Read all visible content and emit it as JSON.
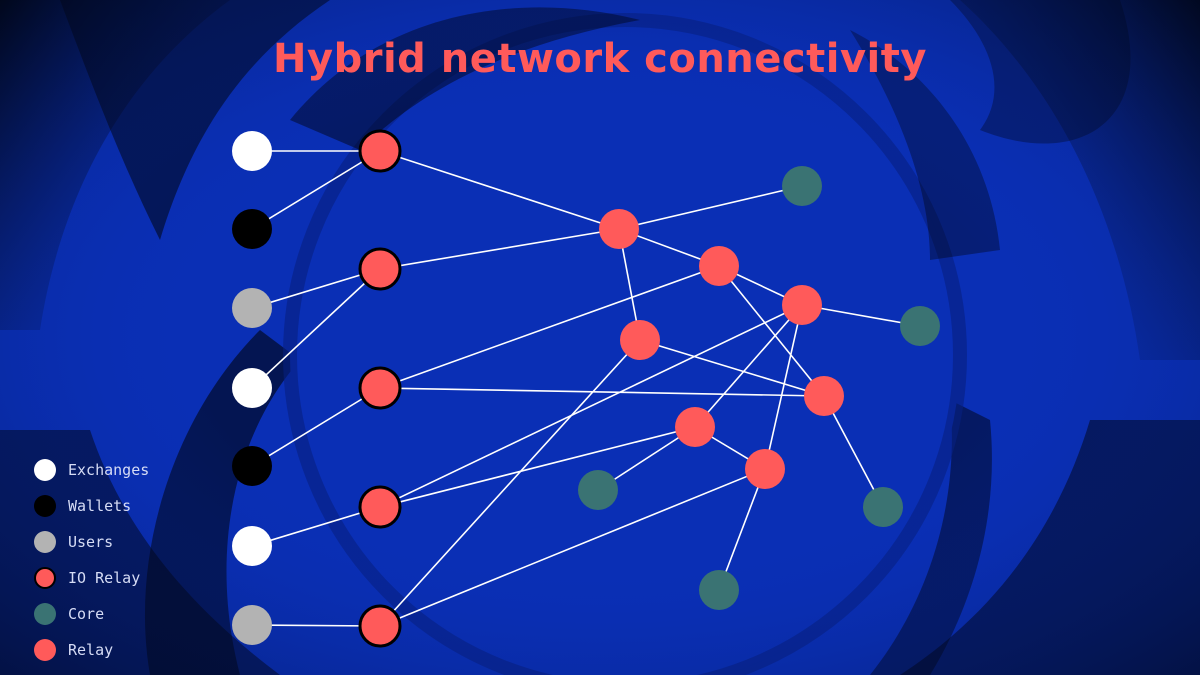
{
  "title": "Hybrid network connectivity",
  "colors": {
    "background": "#0a2fb5",
    "title": "#ff5a5a",
    "exchange": "#ffffff",
    "wallet": "#000000",
    "user": "#b3b3b3",
    "io_relay": "#ff5a5a",
    "core": "#3a7373",
    "relay": "#ff5a5a",
    "edge": "#ffffff"
  },
  "legend": [
    {
      "label": "Exchanges",
      "type": "exchange"
    },
    {
      "label": "Wallets",
      "type": "wallet"
    },
    {
      "label": "Users",
      "type": "user"
    },
    {
      "label": "IO Relay",
      "type": "io_relay"
    },
    {
      "label": "Core",
      "type": "core"
    },
    {
      "label": "Relay",
      "type": "relay"
    }
  ],
  "nodes": [
    {
      "id": "ex1",
      "type": "exchange"
    },
    {
      "id": "w1",
      "type": "wallet"
    },
    {
      "id": "u1",
      "type": "user"
    },
    {
      "id": "ex2",
      "type": "exchange"
    },
    {
      "id": "w2",
      "type": "wallet"
    },
    {
      "id": "ex3",
      "type": "exchange"
    },
    {
      "id": "u2",
      "type": "user"
    },
    {
      "id": "io1",
      "type": "io_relay"
    },
    {
      "id": "io2",
      "type": "io_relay"
    },
    {
      "id": "io3",
      "type": "io_relay"
    },
    {
      "id": "io4",
      "type": "io_relay"
    },
    {
      "id": "io5",
      "type": "io_relay"
    },
    {
      "id": "r1",
      "type": "relay"
    },
    {
      "id": "r2",
      "type": "relay"
    },
    {
      "id": "r3",
      "type": "relay"
    },
    {
      "id": "r4",
      "type": "relay"
    },
    {
      "id": "r5",
      "type": "relay"
    },
    {
      "id": "r6",
      "type": "relay"
    },
    {
      "id": "r7",
      "type": "relay"
    },
    {
      "id": "c1",
      "type": "core"
    },
    {
      "id": "c2",
      "type": "core"
    },
    {
      "id": "c3",
      "type": "core"
    },
    {
      "id": "c4",
      "type": "core"
    },
    {
      "id": "c5",
      "type": "core"
    }
  ],
  "edges": [
    [
      "ex1",
      "io1"
    ],
    [
      "w1",
      "io1"
    ],
    [
      "u1",
      "io2"
    ],
    [
      "ex2",
      "io2"
    ],
    [
      "w2",
      "io3"
    ],
    [
      "ex3",
      "io4"
    ],
    [
      "u2",
      "io5"
    ],
    [
      "io1",
      "r1"
    ],
    [
      "io2",
      "r1"
    ],
    [
      "r1",
      "c1"
    ],
    [
      "r1",
      "r2"
    ],
    [
      "r1",
      "r4"
    ],
    [
      "r2",
      "r3"
    ],
    [
      "r2",
      "io3"
    ],
    [
      "r2",
      "r5"
    ],
    [
      "r3",
      "c2"
    ],
    [
      "r3",
      "r6"
    ],
    [
      "r3",
      "r7"
    ],
    [
      "r3",
      "io4"
    ],
    [
      "r4",
      "r5"
    ],
    [
      "r4",
      "io5"
    ],
    [
      "io3",
      "r5"
    ],
    [
      "r5",
      "c4"
    ],
    [
      "r6",
      "io4"
    ],
    [
      "r6",
      "c3"
    ],
    [
      "r6",
      "r7"
    ],
    [
      "r7",
      "io5"
    ],
    [
      "r7",
      "c5"
    ]
  ]
}
